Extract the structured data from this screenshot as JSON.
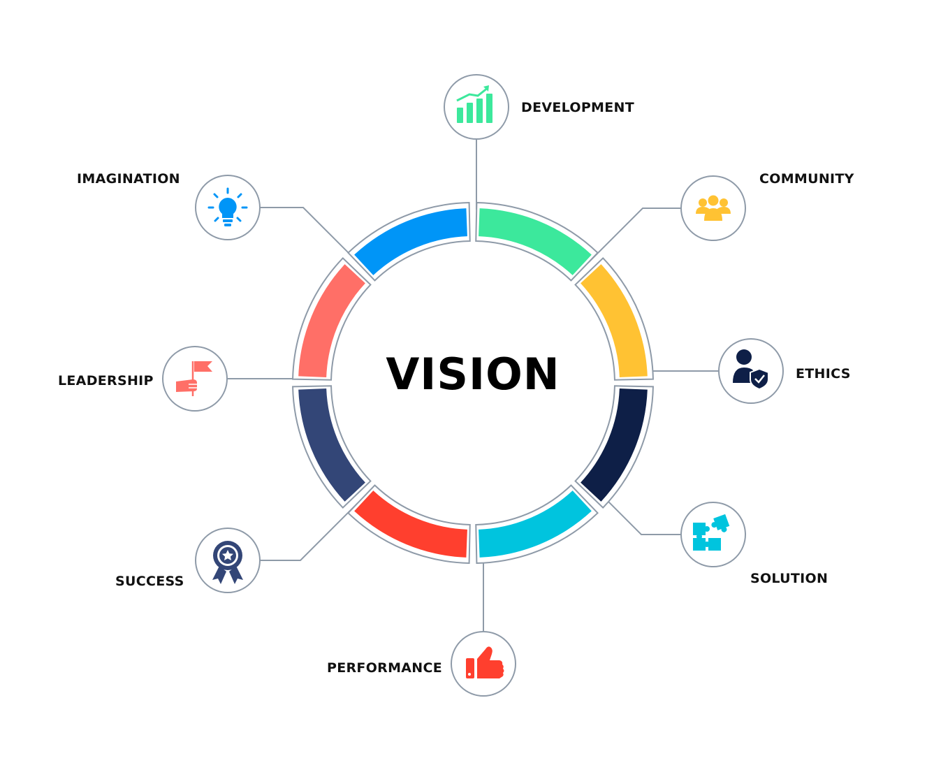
{
  "center": {
    "title": "VISION"
  },
  "nodes": [
    {
      "id": "development",
      "label": "DEVELOPMENT",
      "icon": "bar-chart-growth-icon",
      "color": "#3ce89c"
    },
    {
      "id": "community",
      "label": "COMMUNITY",
      "icon": "group-people-icon",
      "color": "#ffc233"
    },
    {
      "id": "ethics",
      "label": "ETHICS",
      "icon": "user-shield-icon",
      "color": "#0e1f47"
    },
    {
      "id": "solution",
      "label": "SOLUTION",
      "icon": "puzzle-icon",
      "color": "#00c4de"
    },
    {
      "id": "performance",
      "label": "PERFORMANCE",
      "icon": "thumbs-up-icon",
      "color": "#ff3f2e"
    },
    {
      "id": "success",
      "label": "SUCCESS",
      "icon": "award-badge-icon",
      "color": "#334677"
    },
    {
      "id": "leadership",
      "label": "LEADERSHIP",
      "icon": "hand-flag-icon",
      "color": "#ff6f67"
    },
    {
      "id": "imagination",
      "label": "IMAGINATION",
      "icon": "lightbulb-icon",
      "color": "#0095f7"
    }
  ],
  "styles": {
    "line_color": "#8e9aa8",
    "background": "#ffffff"
  }
}
